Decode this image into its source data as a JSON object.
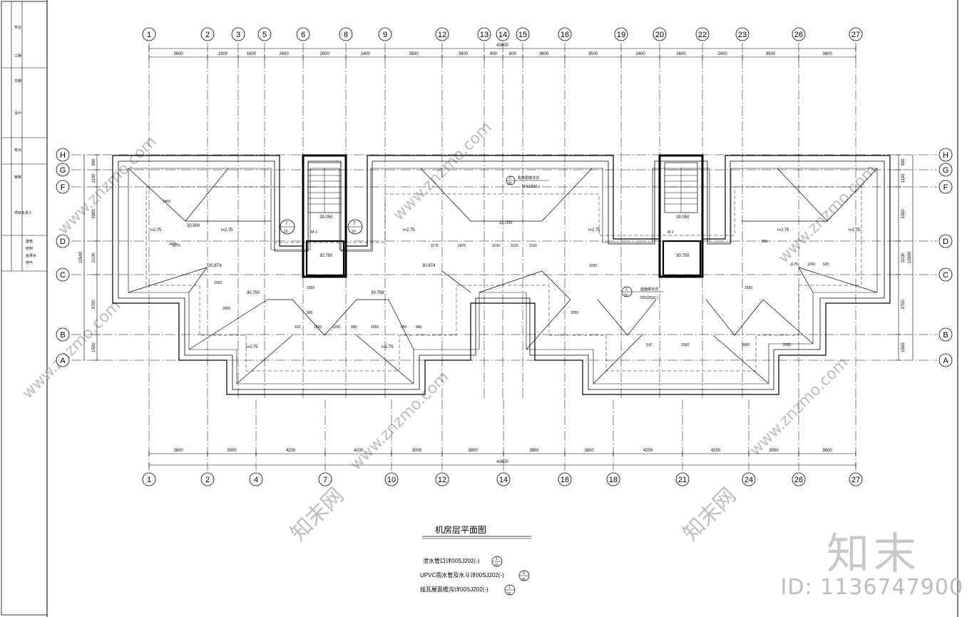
{
  "drawing": {
    "title": "机房层平面图",
    "top_axes": [
      "1",
      "2",
      "3",
      "5",
      "6",
      "8",
      "9",
      "12",
      "13",
      "14",
      "15",
      "16",
      "19",
      "20",
      "22",
      "23",
      "26",
      "27"
    ],
    "bottom_axes": [
      "1",
      "2",
      "4",
      "7",
      "10",
      "12",
      "14",
      "16",
      "18",
      "21",
      "24",
      "26",
      "27"
    ],
    "row_axes": [
      "H",
      "G",
      "F",
      "D",
      "C",
      "B",
      "A"
    ],
    "top_dims": [
      "3600",
      "1900",
      "1600",
      "2400",
      "2600",
      "2400",
      "3500",
      "3800",
      "800",
      "800",
      "3800",
      "3500",
      "2400",
      "2600",
      "2400",
      "3500",
      "3600"
    ],
    "top_total": "43600",
    "bottom_dims": [
      "3600",
      "3000",
      "4200",
      "4200",
      "3000",
      "3800",
      "3800",
      "3800",
      "4200",
      "4200",
      "3000",
      "3600"
    ],
    "bottom_total": "43600",
    "left_dims": [
      "900",
      "1100",
      "3300",
      "2100",
      "3700",
      "1500"
    ],
    "left_total": "12600",
    "right_dims": [
      "900",
      "1100",
      "3300",
      "2100",
      "3700",
      "1500"
    ],
    "right_total": "12600",
    "slopes": [
      "i=2.75",
      "i=2.75",
      "i=2.75",
      "i=2.75",
      "i=2.75",
      "i=2.75",
      "i=2.75",
      "i=2.75"
    ],
    "elevations": [
      "29.050",
      "30.750",
      "30.900",
      "31.000",
      "30.874",
      "30.750",
      "30.758",
      "30.874",
      "29.050",
      "30.750"
    ],
    "plan_dims": [
      "1800",
      "1175",
      "2425",
      "1250",
      "2050",
      "910",
      "1250",
      "1250",
      "900",
      "2050",
      "950",
      "840",
      "1175",
      "2425",
      "1100",
      "1100",
      "1100",
      "1250",
      "2050",
      "910",
      "2500",
      "3000",
      "2050",
      "1250",
      "625",
      "1650",
      "1175",
      "850",
      "1650",
      "900"
    ],
    "callouts": [
      {
        "num": "7",
        "ref": "10"
      },
      {
        "num": "7",
        "ref": "10"
      },
      {
        "num": "2",
        "ref": "20"
      },
      {
        "num": "1",
        "ref": "20"
      }
    ],
    "callout_notes": [
      "机房层做法详",
      "屋面做法详",
      "00SJ202(-)",
      "00SJ202(-)"
    ],
    "door_tags": [
      "M-1",
      "M-1"
    ],
    "legend": [
      {
        "text": "泄水管口详00SJ202(-)",
        "num": "1",
        "ref": "10"
      },
      {
        "text": "UPVC雨水管及水斗详00SJ202(-)",
        "num": "3",
        "ref": "26"
      },
      {
        "text": "挂瓦屋面檐沟详00SJ202(-)",
        "num": "1",
        "ref": "26"
      }
    ],
    "title_block": [
      "专业",
      "工种",
      "日期",
      "设计",
      "校对",
      "审核",
      "项目负责人",
      "建筑",
      "结构",
      "给排水",
      "电气"
    ]
  },
  "watermark": {
    "site": "www.znzmo.com",
    "brand": "知末",
    "id": "ID: 1136747900",
    "cn": "知末网"
  },
  "colors": {
    "line": "#000000",
    "watermark": "#bdbdbd"
  }
}
